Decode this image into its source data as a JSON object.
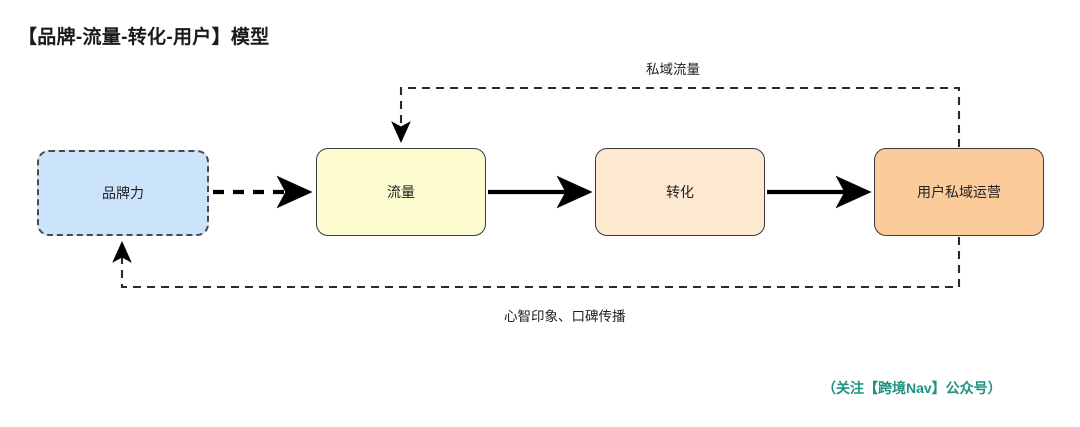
{
  "page": {
    "title": "【品牌-流量-转化-用户】模型",
    "background_color": "#ffffff"
  },
  "diagram": {
    "type": "flowchart",
    "orientation": "left-to-right",
    "nodes": [
      {
        "id": "brand",
        "label": "品牌力",
        "fill": "#cce4fb",
        "stroke": "#4a4a4a",
        "border_style": "dashed",
        "shape": "rounded-rectangle"
      },
      {
        "id": "traffic",
        "label": "流量",
        "fill": "#fcfbd0",
        "stroke": "#3b3b3b",
        "border_style": "solid",
        "shape": "rounded-rectangle"
      },
      {
        "id": "conversion",
        "label": "转化",
        "fill": "#fde8d2",
        "stroke": "#3b3b3b",
        "border_style": "solid",
        "shape": "rounded-rectangle"
      },
      {
        "id": "private",
        "label": "用户私域运营",
        "fill": "#fbcb99",
        "stroke": "#3b3b3b",
        "border_style": "solid",
        "shape": "rounded-rectangle"
      }
    ],
    "edges": [
      {
        "id": "brand-to-traffic",
        "from": "brand",
        "to": "traffic",
        "style": "dashed-thick",
        "label": ""
      },
      {
        "id": "traffic-to-conversion",
        "from": "traffic",
        "to": "conversion",
        "style": "solid-thick",
        "label": ""
      },
      {
        "id": "conversion-to-private",
        "from": "conversion",
        "to": "private",
        "style": "solid-thick",
        "label": ""
      },
      {
        "id": "private-to-traffic-feedback",
        "from": "private",
        "to": "traffic",
        "style": "dashed-thin",
        "label": "私域流量",
        "route": "top"
      },
      {
        "id": "private-to-brand-feedback",
        "from": "private",
        "to": "brand",
        "style": "dashed-thin",
        "label": "心智印象、口碑传播",
        "route": "bottom"
      }
    ]
  },
  "watermark": {
    "text": "（关注【跨境Nav】公众号）",
    "color": "#1f9182"
  }
}
